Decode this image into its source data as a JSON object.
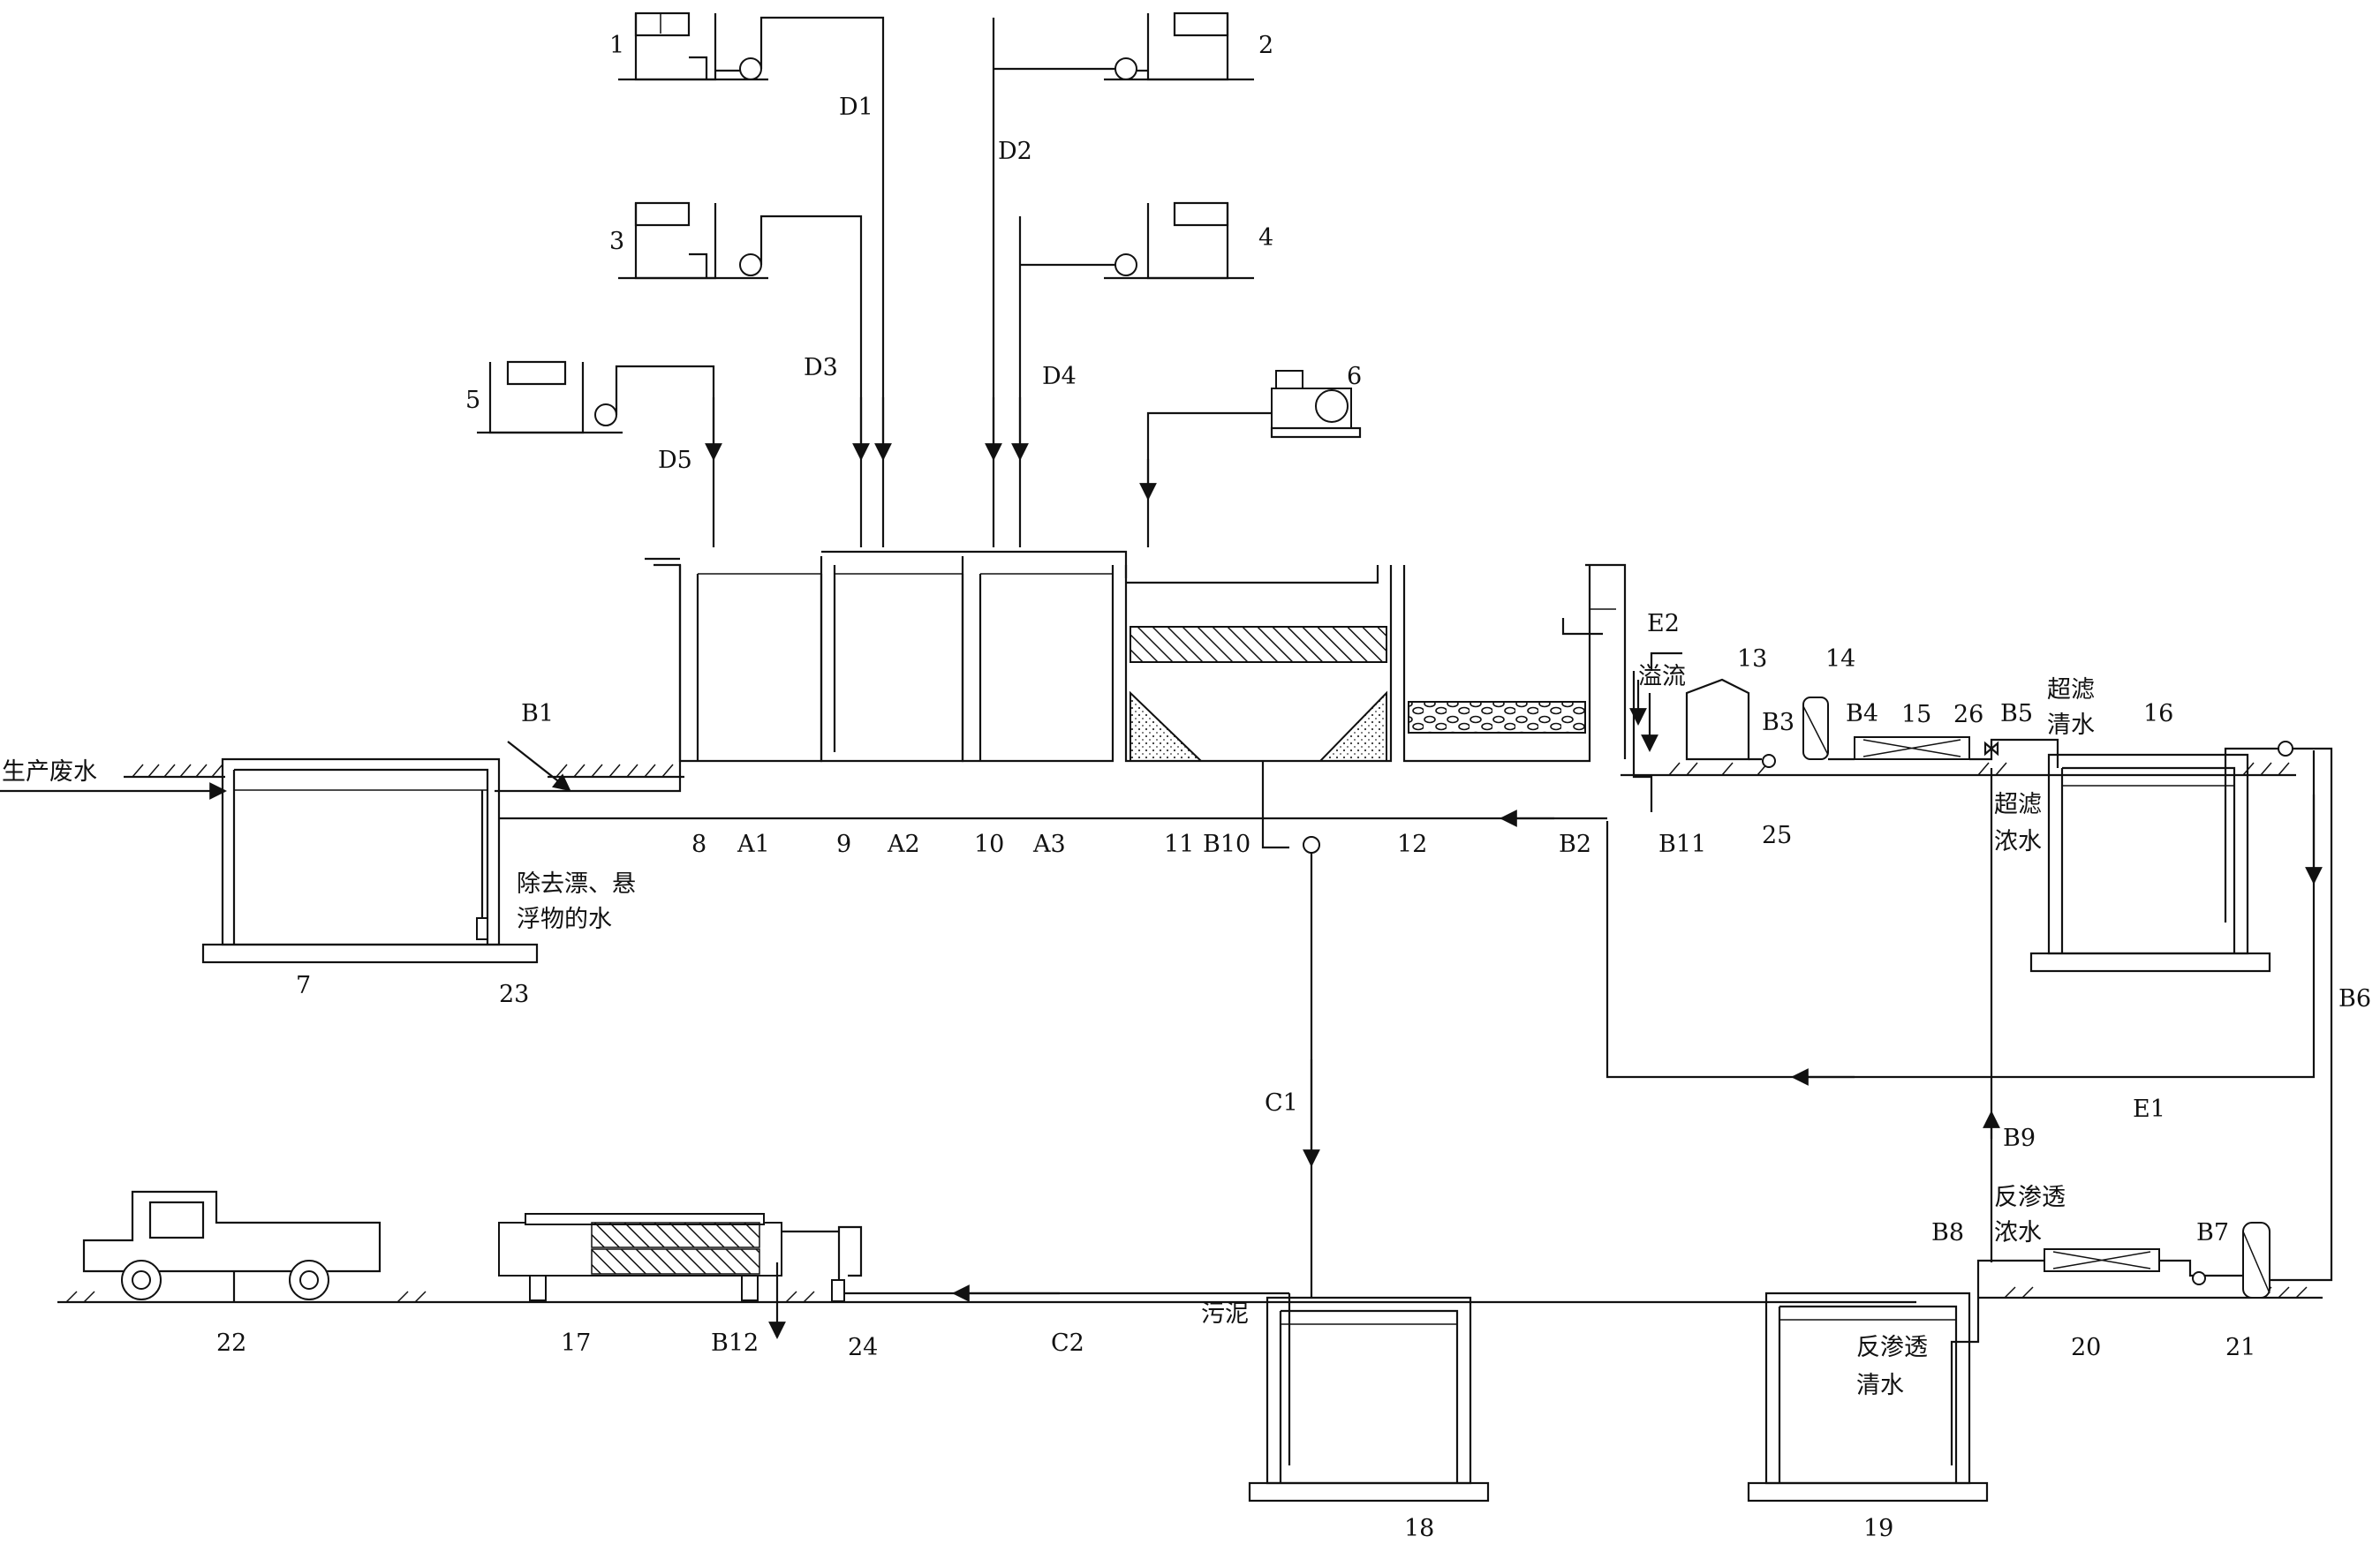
{
  "labels": {
    "l1": "1",
    "l2": "2",
    "l3": "3",
    "l4": "4",
    "l5": "5",
    "l6": "6",
    "l7": "7",
    "l8": "8",
    "l9": "9",
    "l10": "10",
    "l11": "11",
    "l12": "12",
    "l13": "13",
    "l14": "14",
    "l15": "15",
    "l16": "16",
    "l17": "17",
    "l18": "18",
    "l19": "19",
    "l20": "20",
    "l21": "21",
    "l22": "22",
    "l23": "23",
    "l24": "24",
    "l25": "25",
    "l26": "26",
    "D1": "D1",
    "D2": "D2",
    "D3": "D3",
    "D4": "D4",
    "D5": "D5",
    "A1": "A1",
    "A2": "A2",
    "A3": "A3",
    "B1": "B1",
    "B2": "B2",
    "B3": "B3",
    "B4": "B4",
    "B5": "B5",
    "B6": "B6",
    "B7": "B7",
    "B8": "B8",
    "B9": "B9",
    "B10": "B10",
    "B11": "B11",
    "B12": "B12",
    "C1": "C1",
    "C2": "C2",
    "E1": "E1",
    "E2": "E2"
  },
  "text": {
    "wastewater": "生产废水",
    "floating_removed_1": "除去漂、悬",
    "floating_removed_2": "浮物的水",
    "overflow": "溢流",
    "uf_clear_1": "超滤",
    "uf_clear_2": "清水",
    "uf_conc_1": "超滤",
    "uf_conc_2": "浓水",
    "ro_conc_1": "反渗透",
    "ro_conc_2": "浓水",
    "ro_clear_1": "反渗透",
    "ro_clear_2": "清水",
    "sludge": "污泥"
  }
}
